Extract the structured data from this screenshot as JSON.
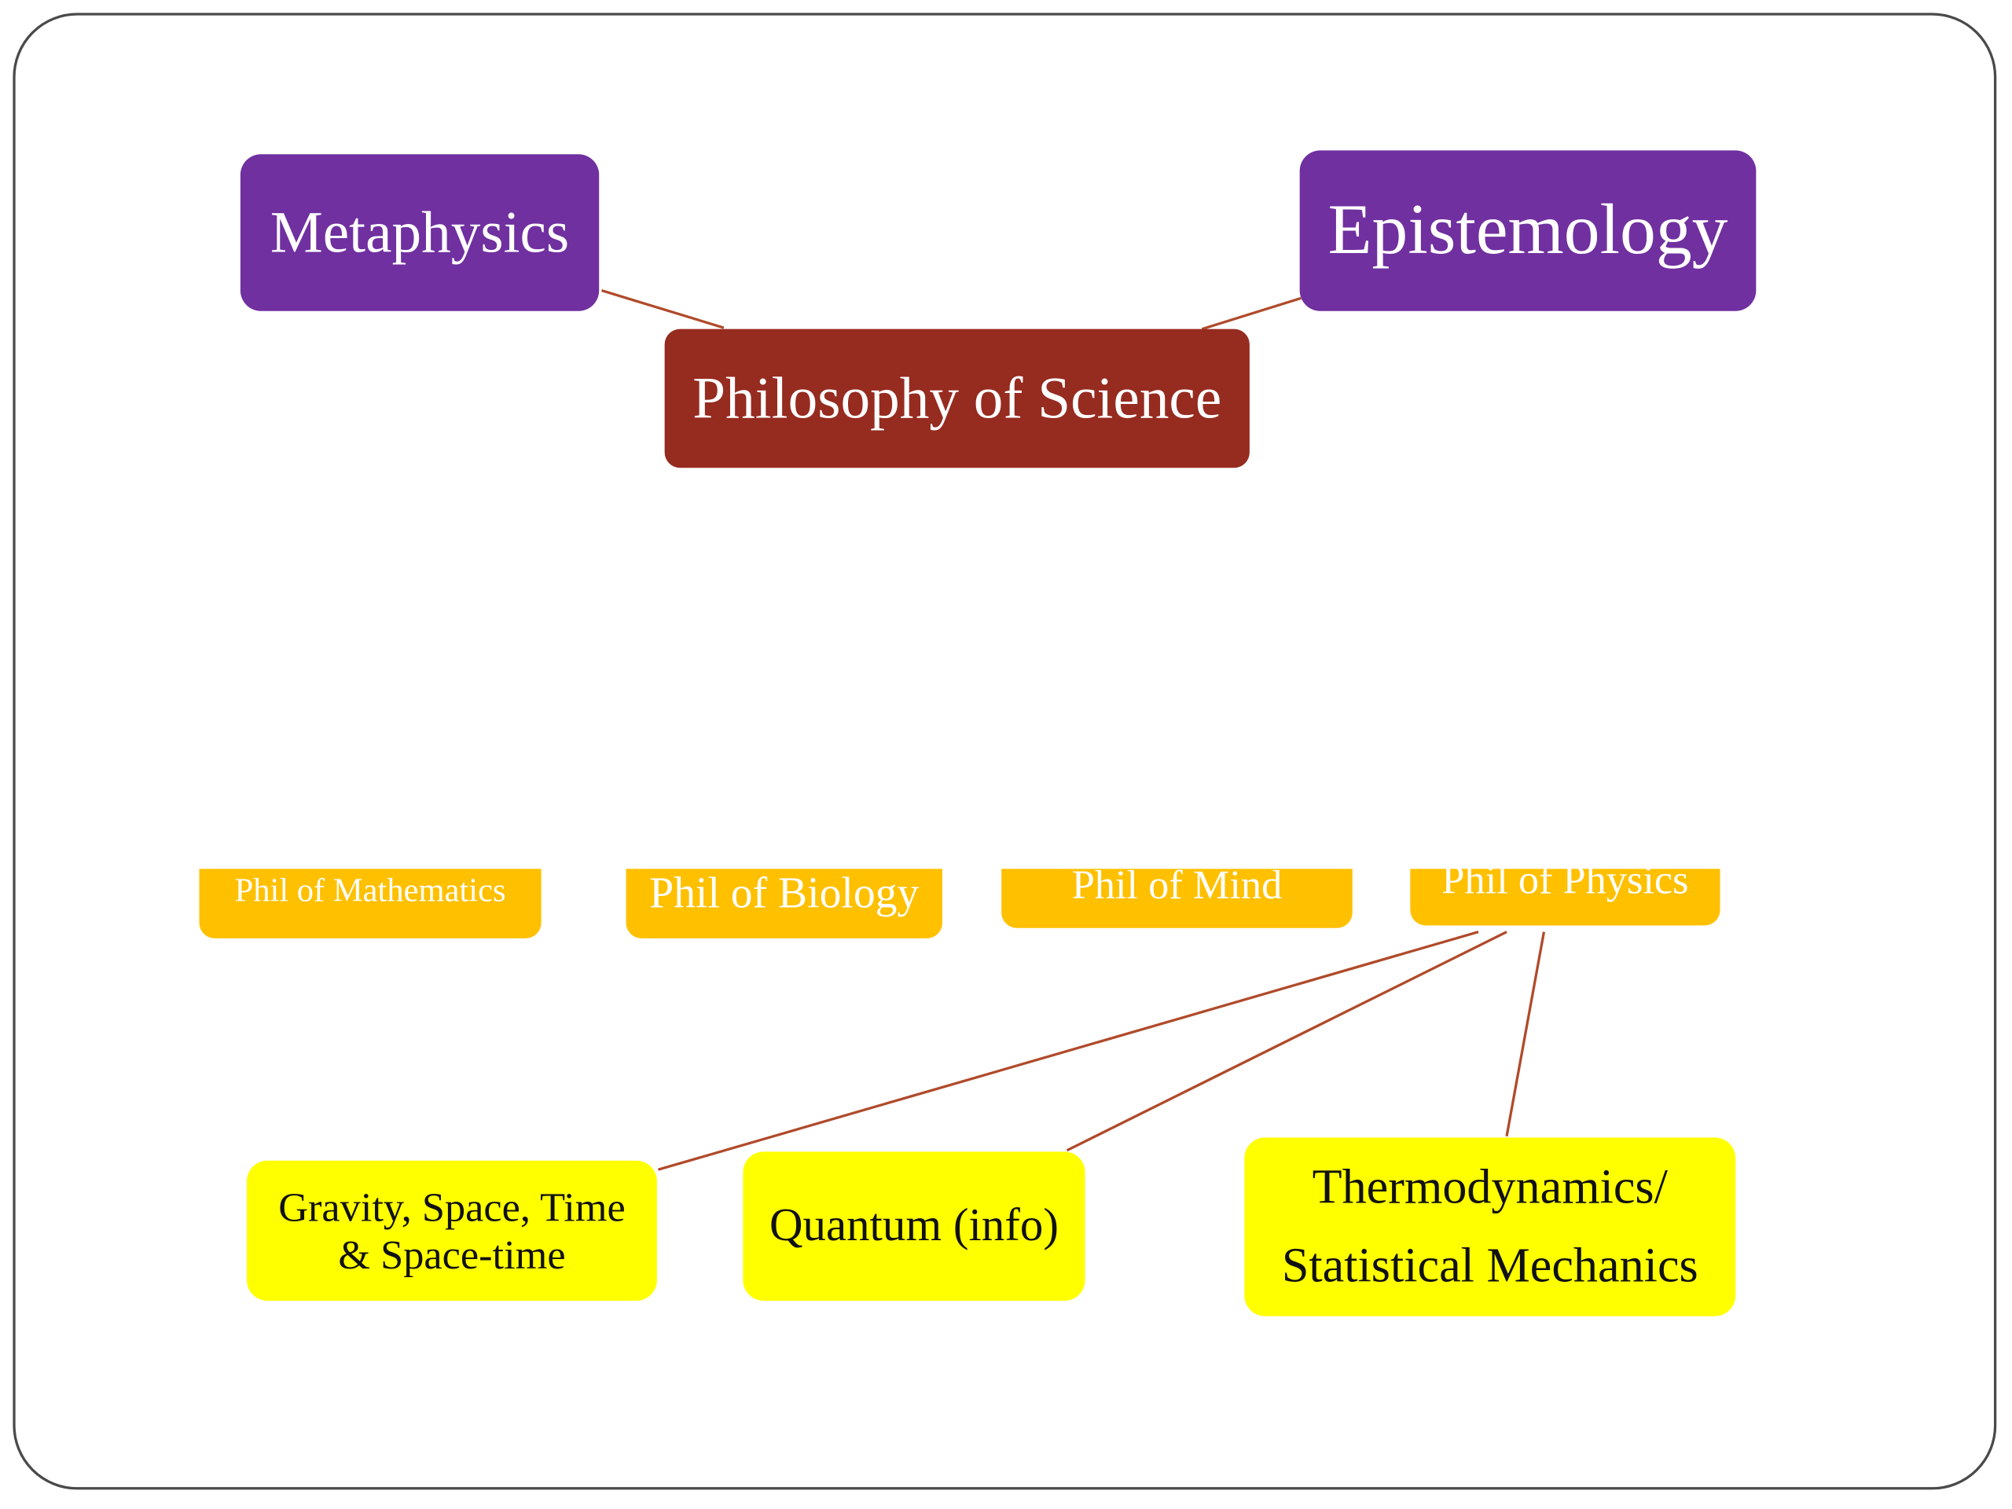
{
  "diagram": {
    "top_nodes": {
      "metaphysics": "Metaphysics",
      "epistemology": "Epistemology"
    },
    "center_node": "Philosophy of Science",
    "branches": {
      "mathematics": "Phil of Mathematics",
      "biology": "Phil of Biology",
      "mind": "Phil of Mind",
      "physics": "Phil of Physics"
    },
    "physics_subtopics": {
      "gravity": "Gravity, Space, Time\n& Space-time",
      "quantum": "Quantum (info)",
      "thermo": "Thermodynamics/\nStatistical Mechanics"
    }
  },
  "colors": {
    "top_nodes": "#7030a0",
    "center_node": "#962b20",
    "branches": "#ffc000",
    "subtopics": "#ffff00",
    "connectors": "#b04a2a"
  }
}
